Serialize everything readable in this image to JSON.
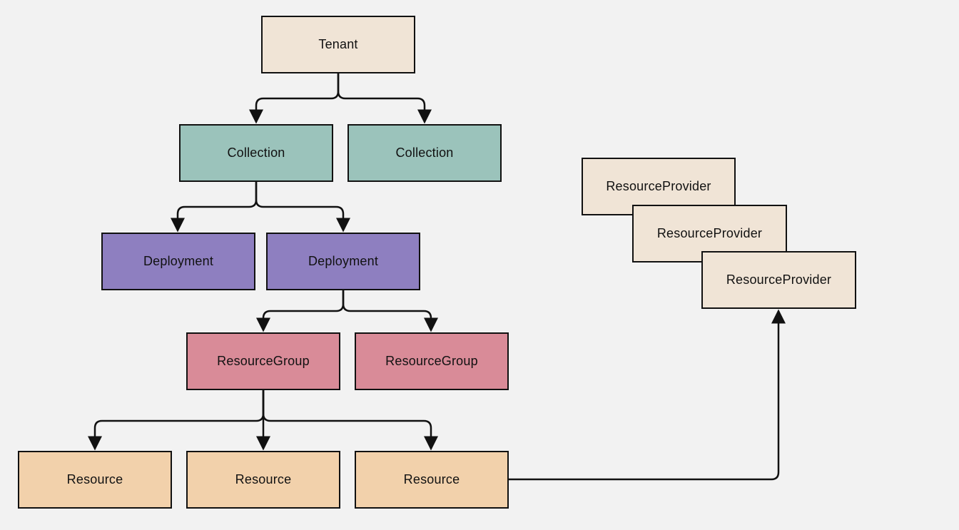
{
  "colors": {
    "background": "#f2f2f2",
    "tenant": "#f0e4d6",
    "collection": "#9bc3bb",
    "deployment": "#8e7fc0",
    "resource_group": "#d98b98",
    "resource": "#f2d1ab",
    "resource_provider": "#f0e4d6",
    "line": "#111111"
  },
  "nodes": {
    "tenant": "Tenant",
    "collection_1": "Collection",
    "collection_2": "Collection",
    "deployment_1": "Deployment",
    "deployment_2": "Deployment",
    "resource_group_1": "ResourceGroup",
    "resource_group_2": "ResourceGroup",
    "resource_1": "Resource",
    "resource_2": "Resource",
    "resource_3": "Resource",
    "resource_provider_1": "ResourceProvider",
    "resource_provider_2": "ResourceProvider",
    "resource_provider_3": "ResourceProvider"
  },
  "edges": [
    [
      "tenant",
      "collection_1"
    ],
    [
      "tenant",
      "collection_2"
    ],
    [
      "collection_1",
      "deployment_1"
    ],
    [
      "collection_1",
      "deployment_2"
    ],
    [
      "deployment_2",
      "resource_group_1"
    ],
    [
      "deployment_2",
      "resource_group_2"
    ],
    [
      "resource_group_1",
      "resource_1"
    ],
    [
      "resource_group_1",
      "resource_2"
    ],
    [
      "resource_group_1",
      "resource_3"
    ],
    [
      "resource_3",
      "resource_provider_3"
    ]
  ]
}
